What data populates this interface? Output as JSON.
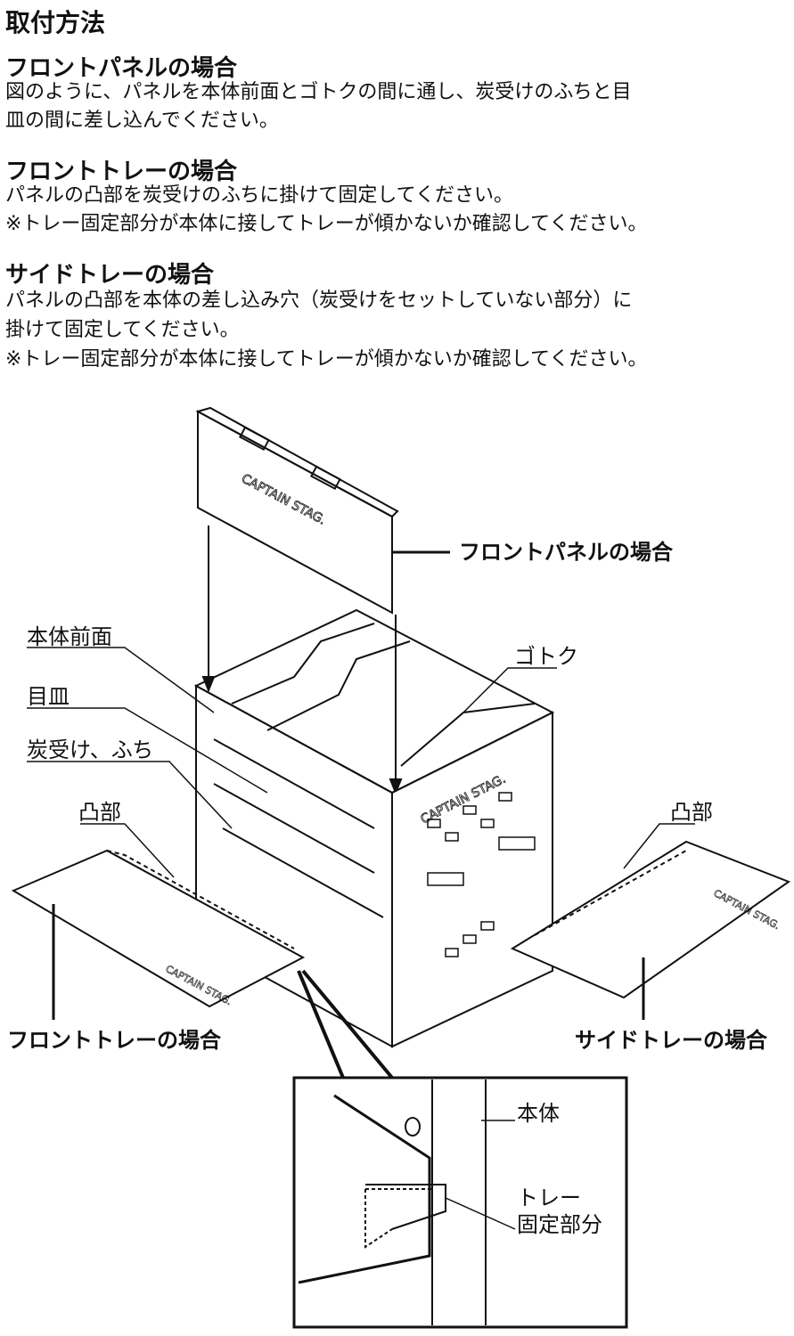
{
  "title": "取付方法",
  "sections": [
    {
      "heading": "フロントパネルの場合",
      "lines": [
        "図のように、パネルを本体前面とゴトクの間に通し、炭受けのふちと目",
        "皿の間に差し込んでください。"
      ]
    },
    {
      "heading": "フロントトレーの場合",
      "lines": [
        "パネルの凸部を炭受けのふちに掛けて固定してください。",
        "※トレー固定部分が本体に接してトレーが傾かないか確認してください。"
      ]
    },
    {
      "heading": "サイドトレーの場合",
      "lines": [
        "パネルの凸部を本体の差し込み穴（炭受けをセットしていない部分）に",
        "掛けて固定してください。",
        "※トレー固定部分が本体に接してトレーが傾かないか確認してください。"
      ]
    }
  ],
  "diagram": {
    "logo_text": "CAPTAIN STAG.",
    "labels": {
      "front_panel": "フロントパネルの場合",
      "body_front": "本体前面",
      "gotoku": "ゴトク",
      "mezara": "目皿",
      "sumiuke": "炭受け、ふち",
      "totsubu_left": "凸部",
      "totsubu_right": "凸部",
      "front_tray": "フロントトレーの場合",
      "side_tray": "サイドトレーの場合",
      "hontai": "本体",
      "tray_fix_1": "トレー",
      "tray_fix_2": "固定部分"
    }
  }
}
